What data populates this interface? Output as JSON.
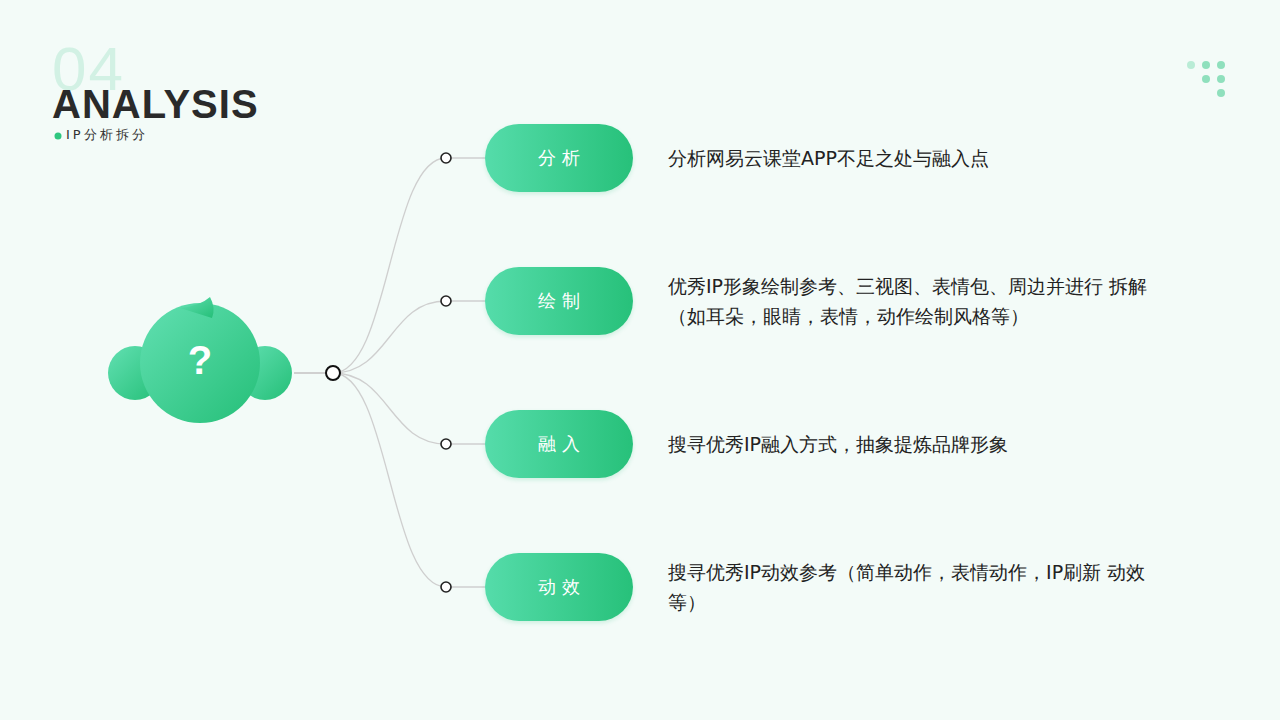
{
  "diagram": {
    "title": "ANALYSIS",
    "nodes": [
      {
        "text": [
          "?"
        ]
      },
      {
        "text": [
          "分析"
        ]
      },
      {
        "text": [
          "绘制"
        ]
      },
      {
        "text": [
          "融入"
        ]
      },
      {
        "text": [
          "动效"
        ]
      }
    ],
    "edges": [
      {
        "from": 0,
        "to": 1,
        "arrow": "none"
      },
      {
        "from": 0,
        "to": 2,
        "arrow": "none"
      },
      {
        "from": 0,
        "to": 3,
        "arrow": "none"
      },
      {
        "from": 0,
        "to": 4,
        "arrow": "none"
      }
    ],
    "labels": [
      "04",
      "IP分析拆分",
      "分析网易云课堂APP不足之处与融入点",
      "优秀IP形象绘制参考、三视图、表情包、周边并进行 拆解（如耳朵，眼睛，表情，动作绘制风格等）",
      "搜寻优秀IP融入方式，抽象提炼品牌形象",
      "搜寻优秀IP动效参考（简单动作，表情动作，IP刷新 动效等）"
    ]
  }
}
